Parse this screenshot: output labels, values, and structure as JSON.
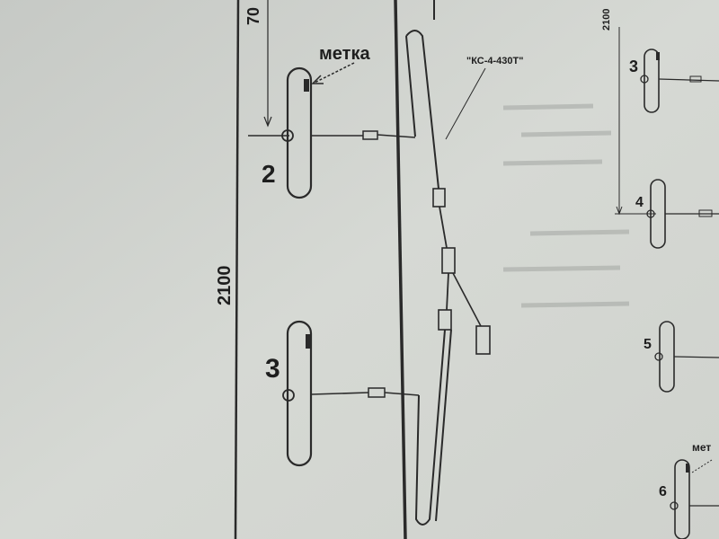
{
  "labels": {
    "marker": "метка",
    "cable": "\"КС-4-430Т\"",
    "dim_total": "2100",
    "dim_top": "70",
    "dim_right": "2100",
    "marker_right": "мет"
  },
  "sensors_left": [
    {
      "number": "2"
    },
    {
      "number": "3"
    }
  ],
  "sensors_right": [
    {
      "number": "3"
    },
    {
      "number": "4"
    },
    {
      "number": "5"
    },
    {
      "number": "6"
    }
  ],
  "colors": {
    "paper": "#d4d7d2",
    "ink": "#2a2a2a"
  }
}
